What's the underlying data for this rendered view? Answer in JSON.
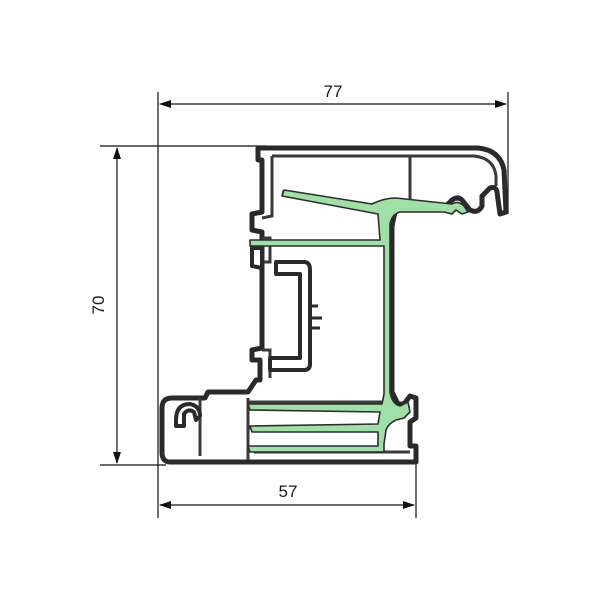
{
  "dimensions": {
    "top_width": "77",
    "left_height": "70",
    "bottom_width": "57"
  },
  "colors": {
    "profile_outline": "#262626",
    "profile_wall": "#5f5f5f",
    "profile_fill": "#ffffff",
    "reinforcement_fill": "#9fe0a6",
    "reinforcement_outline": "#2d2d2d",
    "dimension_line": "#111111"
  }
}
